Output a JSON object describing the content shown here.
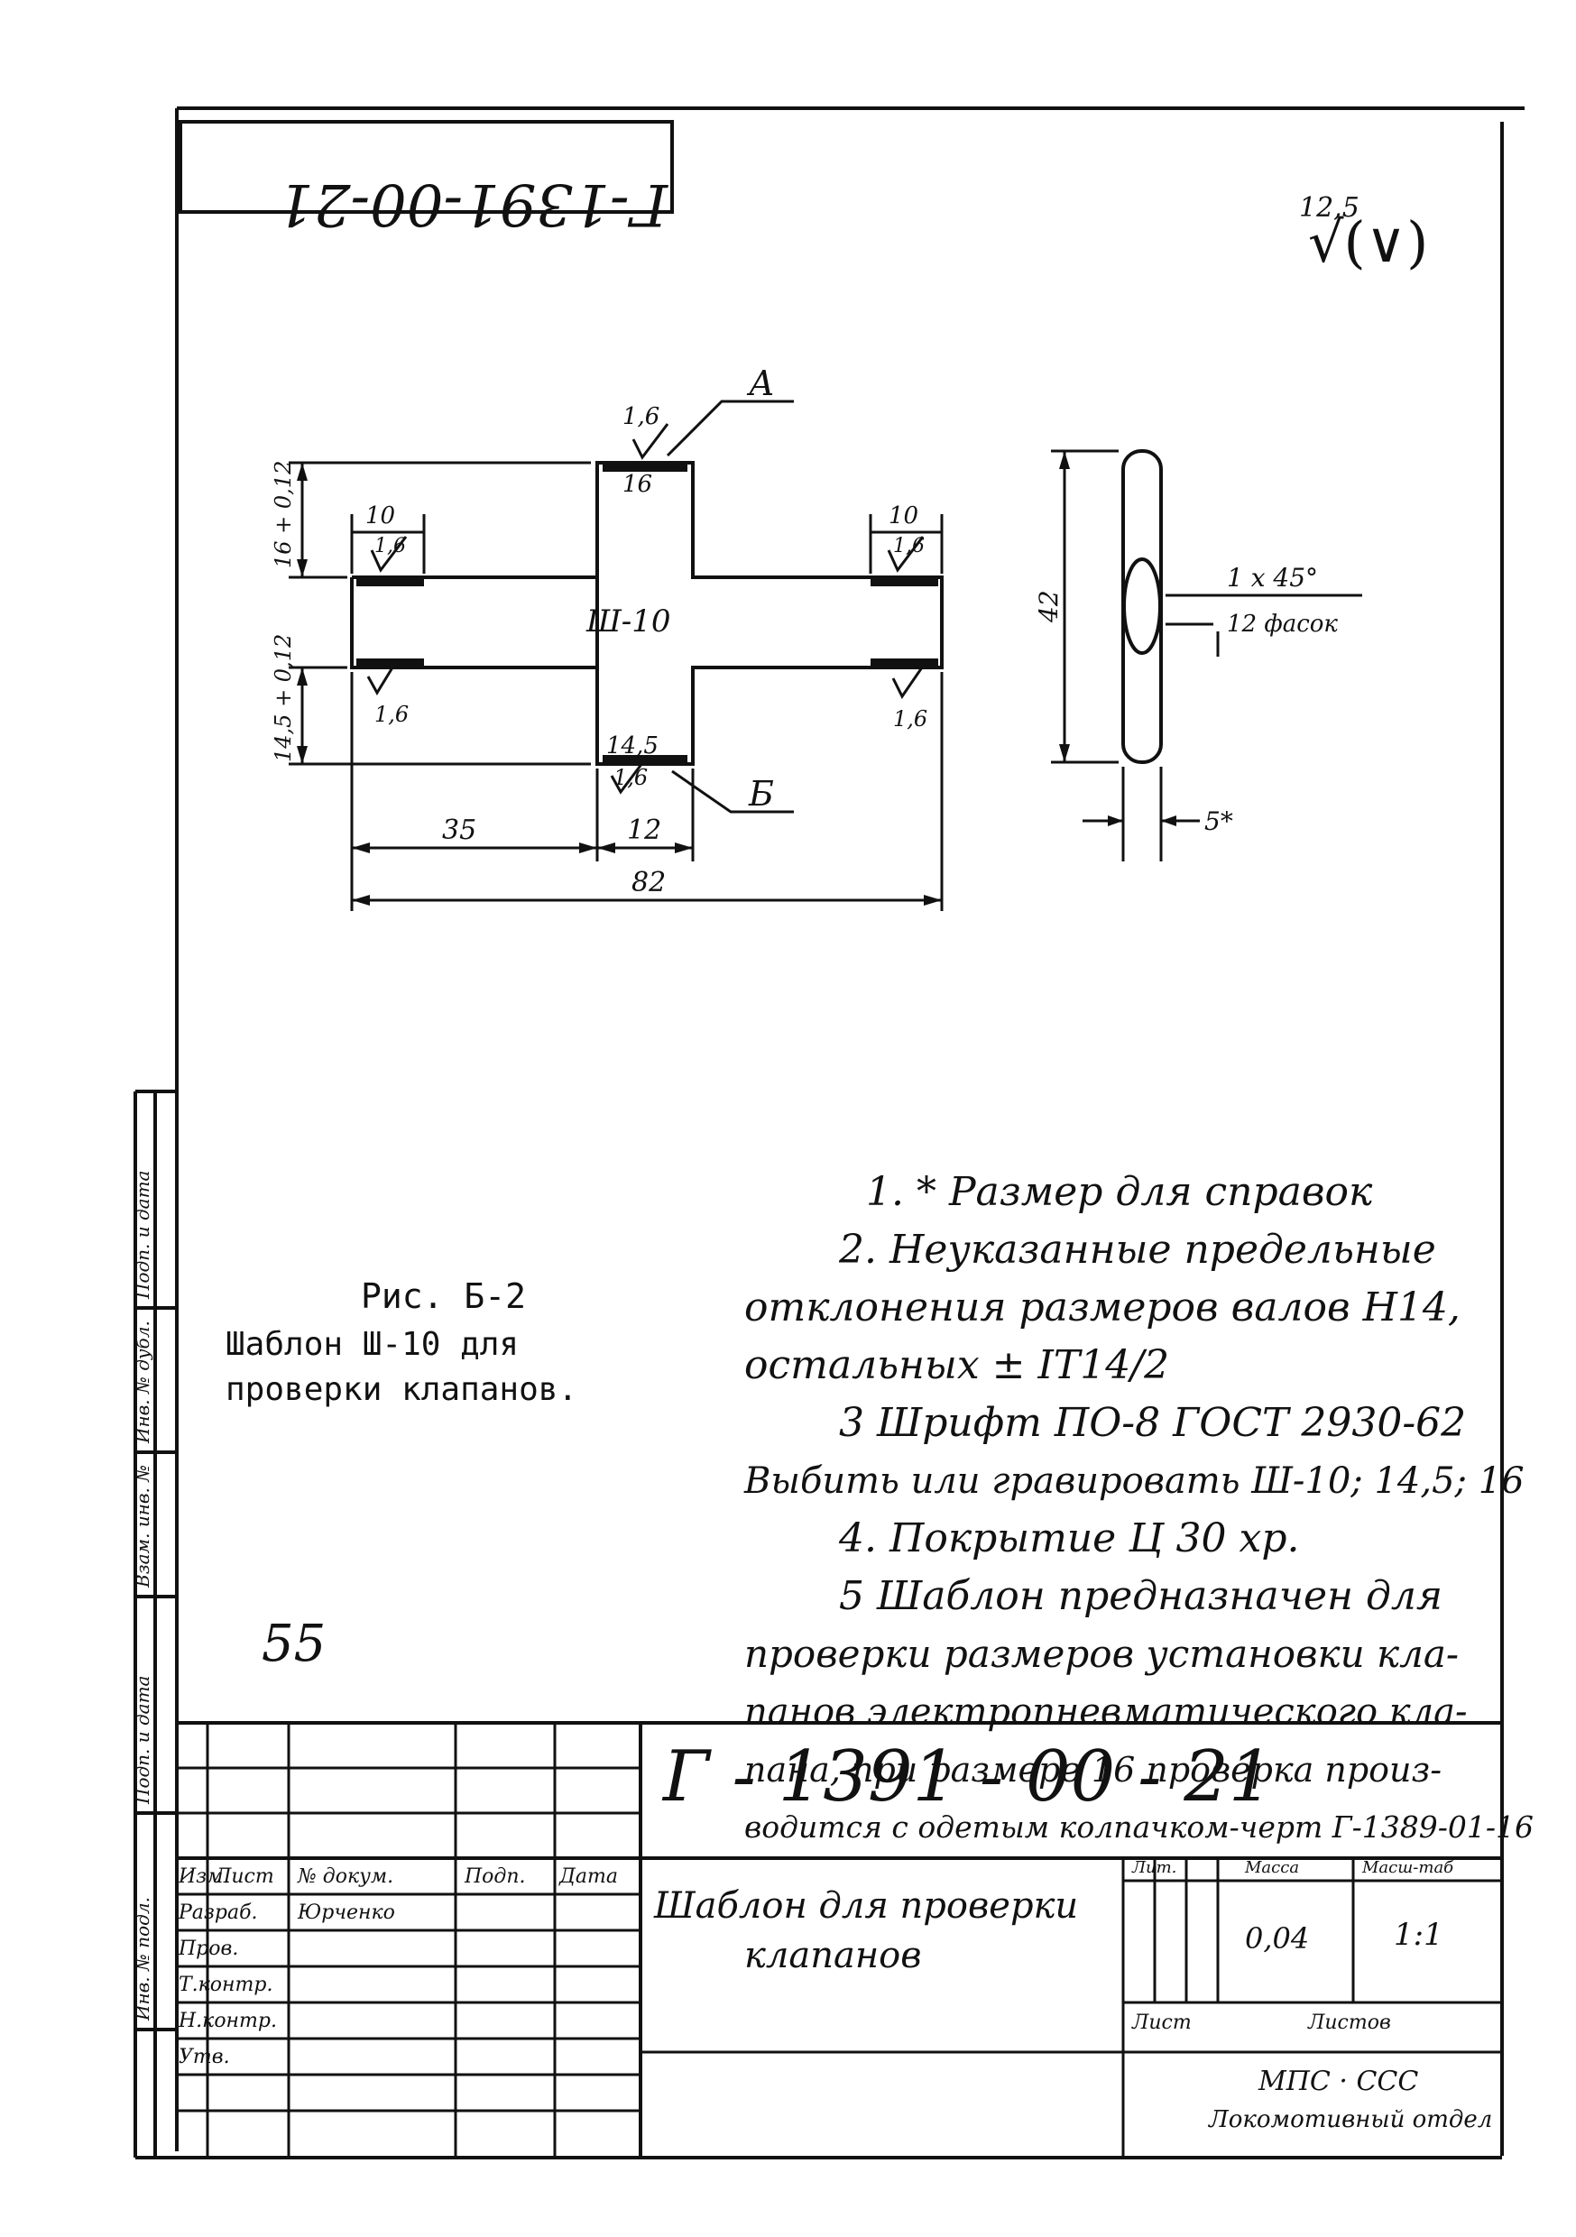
{
  "doc_code_rotated": "Г-1391-00-21",
  "surface_finish": {
    "value": "12,5",
    "symbol": "√(∨)"
  },
  "front_view": {
    "title": "Ш-10",
    "dims": {
      "top_left_width": "10",
      "top_right_width": "10",
      "top_tab_width": "16",
      "bottom_tab_width": "14,5",
      "left_length": "35",
      "center_width": "12",
      "total_length": "82",
      "upper_height": "16 + 0,12",
      "lower_height": "14,5 + 0,12"
    },
    "roughness_marks": [
      "1,6",
      "1,6",
      "1,6",
      "1,6",
      "1,6",
      "1,6"
    ],
    "labels": {
      "a": "А",
      "b": "Б"
    }
  },
  "side_view": {
    "height": "42",
    "chamfer": "1 x 45°",
    "chamfer_count": "12 фасок",
    "thickness": "5*"
  },
  "figure_caption": {
    "line1": "Рис. Б-2",
    "line2": "Шаблон Ш-10 для",
    "line3": "проверки клапанов."
  },
  "page_mark": "55",
  "notes": [
    "1. * Размер для справок",
    "2. Неуказанные предельные",
    "отклонения размеров валов H14,",
    "остальных ± IT14/2",
    "3 Шрифт ПО-8 ГОСТ 2930-62",
    "Выбить или гравировать Ш-10; 14,5; 16",
    "4. Покрытие Ц 30 хр.",
    "5 Шаблон предназначен для",
    "проверки размеров установки кла-",
    "панов электропневматического кла-",
    "пана, при размере 16 проверка произ-",
    "водится с одетым колпачком-черт Г-1389-01-16"
  ],
  "left_margin_labels": [
    "Подп. и дата",
    "Инв. № дубл.",
    "Взам. инв. №",
    "Подп. и дата",
    "Инв. № подл."
  ],
  "title_block": {
    "doc_number": "Г - 1391 - 00 - 21",
    "name_line1": "Шаблон для проверки",
    "name_line2": "клапанов",
    "col_headers": [
      "Изм.",
      "Лист",
      "№ докум.",
      "Подп.",
      "Дата"
    ],
    "rows": [
      [
        "Разраб.",
        "Юрченко"
      ],
      [
        "Пров.",
        ""
      ],
      [
        "Т.контр.",
        ""
      ],
      [
        "Н.контр.",
        ""
      ],
      [
        "Утв.",
        ""
      ]
    ],
    "lit_label": "Лит.",
    "mass_label": "Масса",
    "scale_label": "Масш-таб",
    "mass_value": "0,04",
    "scale_value": "1:1",
    "sheet_label": "Лист",
    "sheets_label": "Листов",
    "org_line1": "МПС · ССС",
    "org_line2": "Локомотивный отдел"
  },
  "colors": {
    "ink": "#111111",
    "paper": "#ffffff"
  }
}
